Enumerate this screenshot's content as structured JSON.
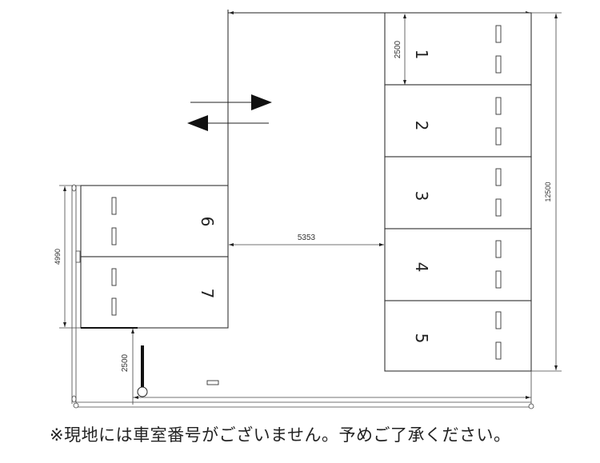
{
  "diagram": {
    "type": "parking-lot-layout",
    "stalls_right": [
      {
        "number": "1"
      },
      {
        "number": "2"
      },
      {
        "number": "3"
      },
      {
        "number": "4"
      },
      {
        "number": "5"
      }
    ],
    "stalls_left": [
      {
        "number": "6"
      },
      {
        "number": "7"
      }
    ],
    "dimensions": {
      "stall_width": "2500",
      "total_length_right": "12500",
      "aisle_width": "5353",
      "left_block_length": "4990",
      "bottom_clearance": "2500"
    },
    "traffic_arrows": [
      "right-arrow",
      "left-arrow"
    ]
  },
  "note": "※現地には車室番号がございません。予めご了承ください。"
}
